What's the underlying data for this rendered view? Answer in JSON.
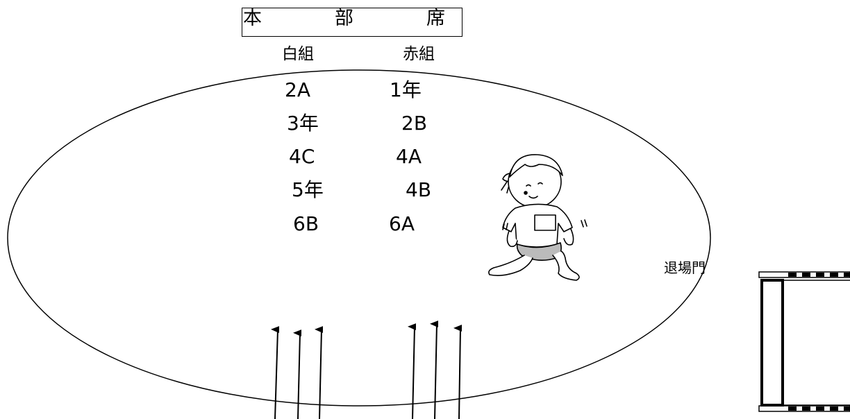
{
  "headquarters": {
    "chars": [
      "本",
      "部",
      "席"
    ]
  },
  "teams": {
    "white": {
      "label": "白組",
      "classes": [
        "2A",
        "3年",
        "4C",
        "5年",
        "6B"
      ]
    },
    "red": {
      "label": "赤組",
      "classes": [
        "1年",
        "2B",
        "4A",
        "4B",
        "6A"
      ]
    }
  },
  "exit_gate": {
    "label": "退場門"
  },
  "icons": {
    "child_illustration": "child-stretching-icon",
    "entry_arrows": "arrow-up-icon"
  }
}
